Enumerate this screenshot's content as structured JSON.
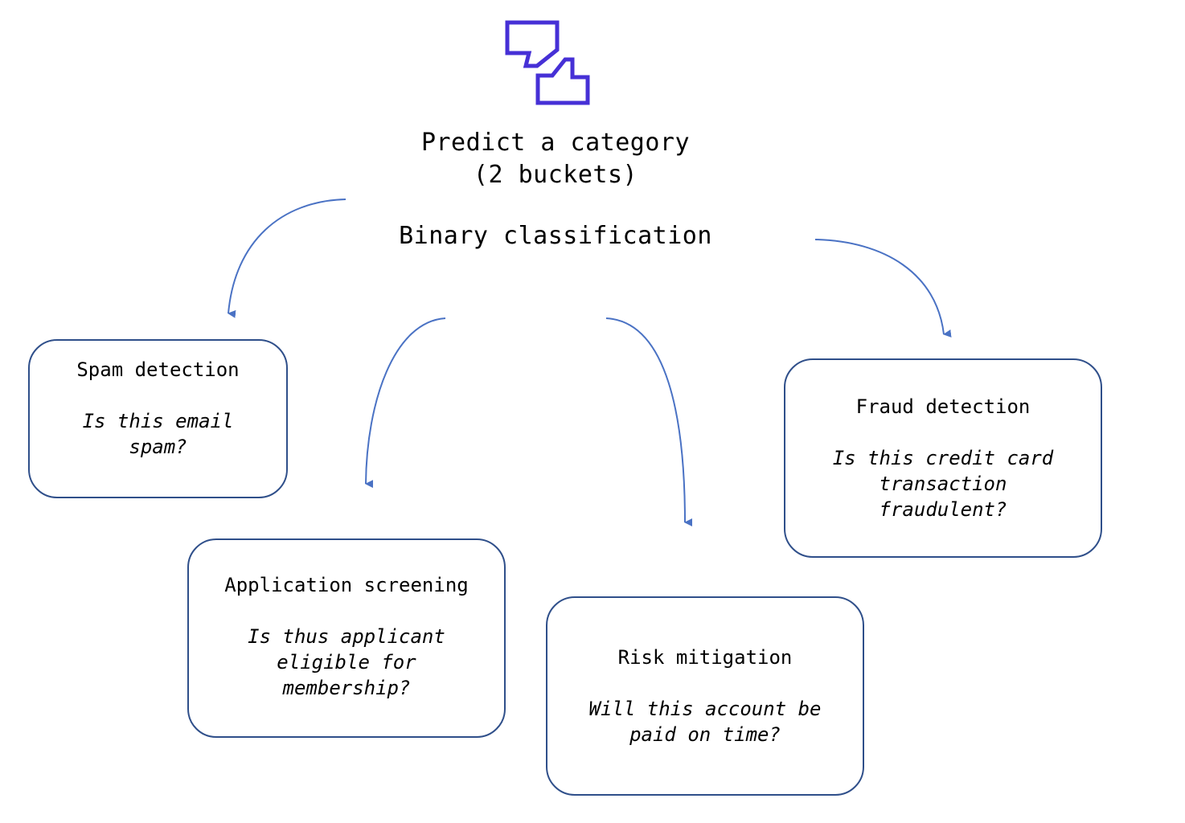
{
  "diagram": {
    "heading_line1": "Predict a category",
    "heading_line2": "(2 buckets)",
    "subheading": "Binary classification",
    "icon": "thumbs-up-down-icon",
    "colors": {
      "icon": "#4630d6",
      "arrow": "#4a72c4",
      "box_border": "#2f4f8a"
    },
    "boxes": [
      {
        "title": "Spam detection",
        "question": "Is this email spam?"
      },
      {
        "title": "Application screening",
        "question": "Is thus applicant eligible for membership?"
      },
      {
        "title": "Risk mitigation",
        "question": "Will this account be paid on time?"
      },
      {
        "title": "Fraud detection",
        "question": "Is this credit card transaction fraudulent?"
      }
    ]
  }
}
